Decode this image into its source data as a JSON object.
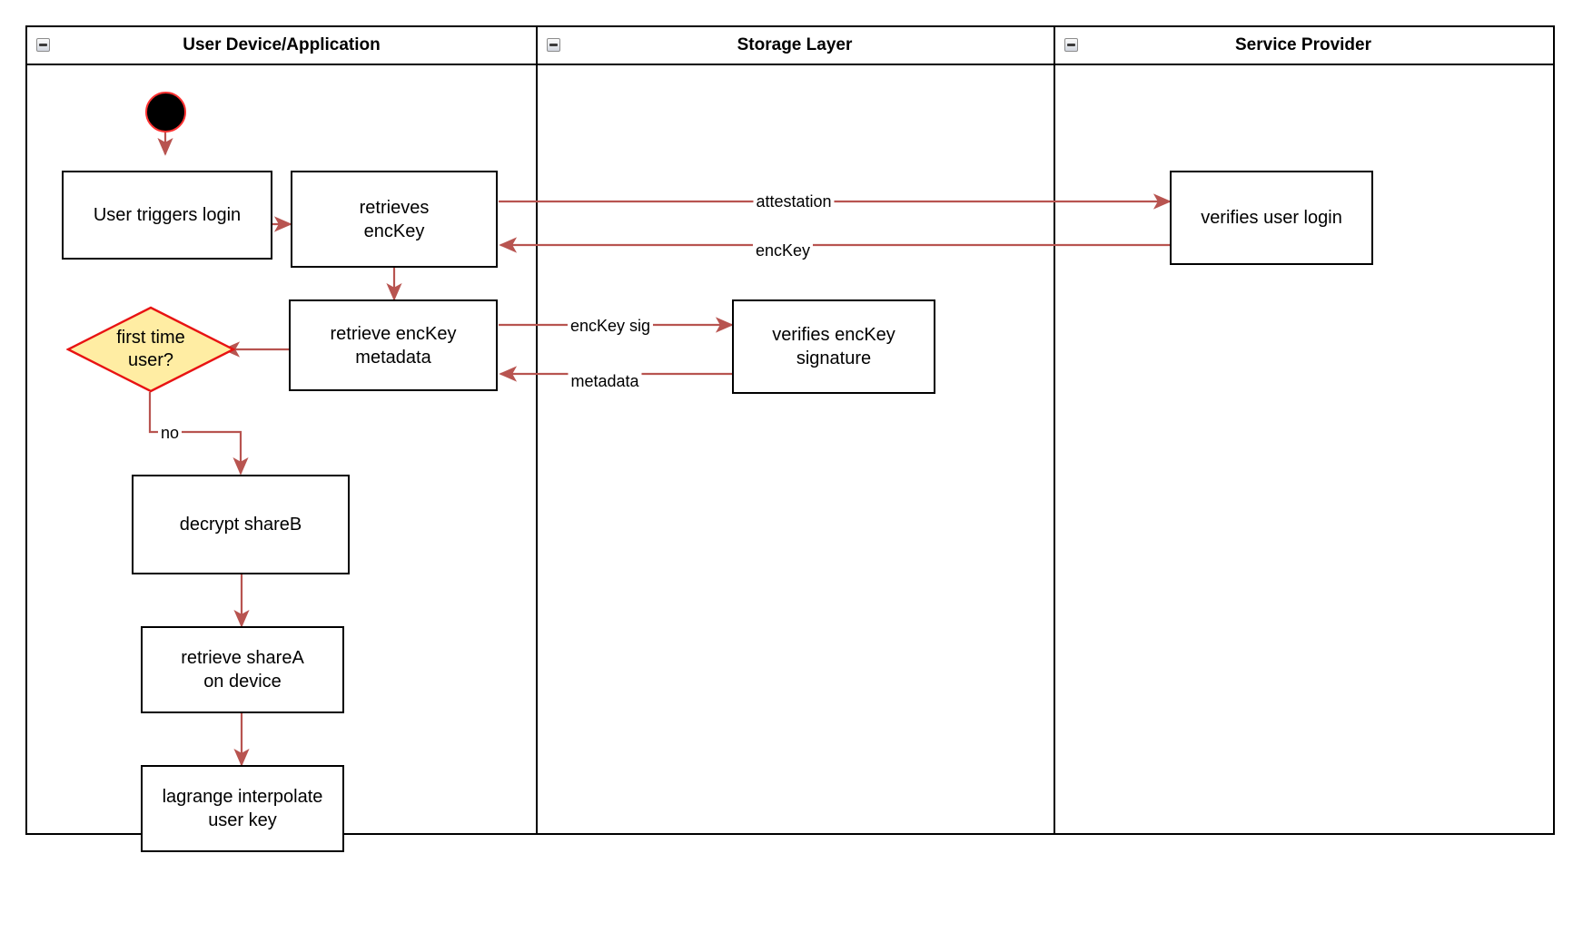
{
  "diagram": {
    "type": "uml-activity-swimlane",
    "title_present": false,
    "colors": {
      "edge": "#b85450",
      "node_border": "#000000",
      "node_fill": "#ffffff",
      "decision_fill": "#ffeda3",
      "decision_border": "#e81313",
      "start_fill": "#000000",
      "start_border": "#ff3333",
      "lane_border": "#000000"
    }
  },
  "lanes": [
    {
      "id": "user-device",
      "title": "User Device/Application",
      "collapse_icon": "collapse-icon"
    },
    {
      "id": "storage-layer",
      "title": "Storage Layer",
      "collapse_icon": "collapse-icon"
    },
    {
      "id": "service-provider",
      "title": "Service Provider",
      "collapse_icon": "collapse-icon"
    }
  ],
  "nodes": [
    {
      "id": "start",
      "lane": "user-device",
      "shape": "initial-node",
      "label": ""
    },
    {
      "id": "user-triggers-login",
      "lane": "user-device",
      "shape": "activity",
      "label": "User triggers login"
    },
    {
      "id": "retrieves-enckey",
      "lane": "user-device",
      "shape": "activity",
      "label": "retrieves\nencKey"
    },
    {
      "id": "retrieve-enckey-metadata",
      "lane": "user-device",
      "shape": "activity",
      "label": "retrieve encKey\nmetadata"
    },
    {
      "id": "first-time-user",
      "lane": "user-device",
      "shape": "decision",
      "label": "first time\nuser?"
    },
    {
      "id": "decrypt-shareb",
      "lane": "user-device",
      "shape": "activity",
      "label": "decrypt shareB"
    },
    {
      "id": "retrieve-sharea-on-device",
      "lane": "user-device",
      "shape": "activity",
      "label": "retrieve shareA\non device"
    },
    {
      "id": "lagrange-interpolate-user-key",
      "lane": "user-device",
      "shape": "activity",
      "label": "lagrange interpolate\nuser key"
    },
    {
      "id": "verifies-enckey-signature",
      "lane": "storage-layer",
      "shape": "activity",
      "label": "verifies encKey\nsignature"
    },
    {
      "id": "verifies-user-login",
      "lane": "service-provider",
      "shape": "activity",
      "label": "verifies user login"
    }
  ],
  "edges": [
    {
      "id": "e1",
      "from": "start",
      "to": "user-triggers-login",
      "label": ""
    },
    {
      "id": "e2",
      "from": "user-triggers-login",
      "to": "retrieves-enckey",
      "label": ""
    },
    {
      "id": "e3",
      "from": "retrieves-enckey",
      "to": "verifies-user-login",
      "label": "attestation"
    },
    {
      "id": "e4",
      "from": "verifies-user-login",
      "to": "retrieves-enckey",
      "label": "encKey"
    },
    {
      "id": "e5",
      "from": "retrieves-enckey",
      "to": "retrieve-enckey-metadata",
      "label": ""
    },
    {
      "id": "e6",
      "from": "retrieve-enckey-metadata",
      "to": "verifies-enckey-signature",
      "label": "encKey sig"
    },
    {
      "id": "e7",
      "from": "verifies-enckey-signature",
      "to": "retrieve-enckey-metadata",
      "label": "metadata"
    },
    {
      "id": "e8",
      "from": "retrieve-enckey-metadata",
      "to": "first-time-user",
      "label": ""
    },
    {
      "id": "e9",
      "from": "first-time-user",
      "to": "decrypt-shareb",
      "label": "no"
    },
    {
      "id": "e10",
      "from": "decrypt-shareb",
      "to": "retrieve-sharea-on-device",
      "label": ""
    },
    {
      "id": "e11",
      "from": "retrieve-sharea-on-device",
      "to": "lagrange-interpolate-user-key",
      "label": ""
    }
  ],
  "edge_labels": {
    "attestation": "attestation",
    "enckey": "encKey",
    "enckey_sig": "encKey sig",
    "metadata": "metadata",
    "no": "no"
  }
}
